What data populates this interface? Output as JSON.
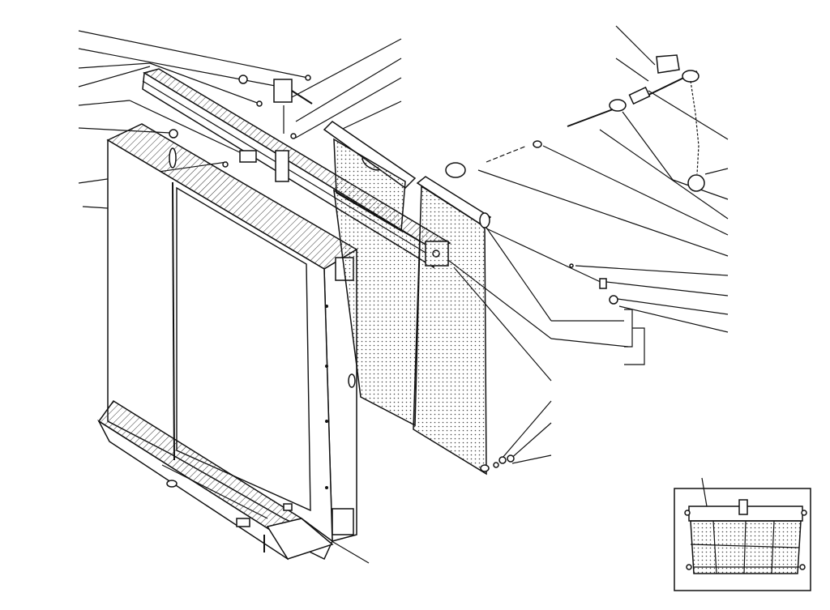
{
  "diagram": {
    "kind": "exploded-view parts illustration",
    "colors": {
      "ink": "#111111",
      "paper": "#ffffff"
    },
    "parts": [
      "radiator-frame",
      "upper-rail",
      "roller-blind-left",
      "roller-blind-right",
      "bottom-tray",
      "crank-handle-assembly",
      "pull-chain",
      "detail-inset"
    ],
    "leader_count": 33
  }
}
